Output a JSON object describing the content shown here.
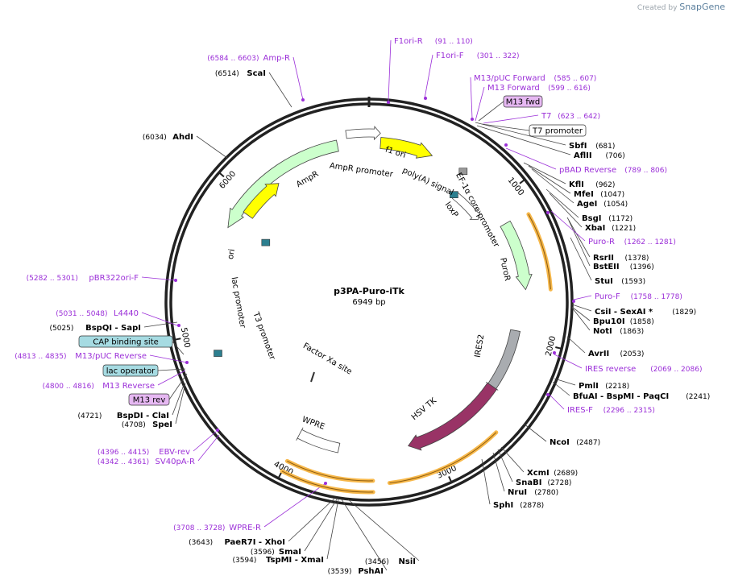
{
  "brand": {
    "created_by": "Created by",
    "name": "SnapGene"
  },
  "plasmid": {
    "name": "p3PA-Puro-iTk",
    "size": "6949 bp"
  },
  "ticks": [
    "1000",
    "2000",
    "3000",
    "4000",
    "5000",
    "6000"
  ],
  "enzymes": [
    {
      "name": "ScaI",
      "pos": "(6514)"
    },
    {
      "name": "AhdI",
      "pos": "(6034)"
    },
    {
      "name": "SbfI",
      "pos": "(681)"
    },
    {
      "name": "AflII",
      "pos": "(706)"
    },
    {
      "name": "KflI",
      "pos": "(962)"
    },
    {
      "name": "MfeI",
      "pos": "(1047)"
    },
    {
      "name": "AgeI",
      "pos": "(1054)"
    },
    {
      "name": "BsgI",
      "pos": "(1172)"
    },
    {
      "name": "XbaI",
      "pos": "(1221)"
    },
    {
      "name": "RsrII",
      "pos": "(1378)"
    },
    {
      "name": "BstEII",
      "pos": "(1396)"
    },
    {
      "name": "StuI",
      "pos": "(1593)"
    },
    {
      "name": "CsiI - SexAI *",
      "pos": "(1829)"
    },
    {
      "name": "Bpu10I",
      "pos": "(1858)"
    },
    {
      "name": "NotI",
      "pos": "(1863)"
    },
    {
      "name": "AvrII",
      "pos": "(2053)"
    },
    {
      "name": "PmlI",
      "pos": "(2218)"
    },
    {
      "name": "BfuAI - BspMI - PaqCI",
      "pos": "(2241)"
    },
    {
      "name": "NcoI",
      "pos": "(2487)"
    },
    {
      "name": "XcmI",
      "pos": "(2689)"
    },
    {
      "name": "SnaBI",
      "pos": "(2728)"
    },
    {
      "name": "NruI",
      "pos": "(2780)"
    },
    {
      "name": "SphI",
      "pos": "(2878)"
    },
    {
      "name": "NsiI",
      "pos": "(3456)"
    },
    {
      "name": "PshAI",
      "pos": "(3539)"
    },
    {
      "name": "TspMI - XmaI",
      "pos": "(3594)"
    },
    {
      "name": "SmaI",
      "pos": "(3596)"
    },
    {
      "name": "PaeR7I - XhoI",
      "pos": "(3643)"
    },
    {
      "name": "BspDI - ClaI",
      "pos": "(4721)"
    },
    {
      "name": "SpeI",
      "pos": "(4708)"
    },
    {
      "name": "BspQI - SapI",
      "pos": "(5025)"
    }
  ],
  "primers": [
    {
      "name": "F1ori-R",
      "range": "(91 .. 110)"
    },
    {
      "name": "F1ori-F",
      "range": "(301 .. 322)"
    },
    {
      "name": "M13/pUC Forward",
      "range": "(585 .. 607)"
    },
    {
      "name": "M13 Forward",
      "range": "(599 .. 616)"
    },
    {
      "name": "T7",
      "range": "(623 .. 642)"
    },
    {
      "name": "pBAD Reverse",
      "range": "(789 .. 806)"
    },
    {
      "name": "Puro-R",
      "range": "(1262 .. 1281)"
    },
    {
      "name": "Puro-F",
      "range": "(1758 .. 1778)"
    },
    {
      "name": "IRES reverse",
      "range": "(2069 .. 2086)"
    },
    {
      "name": "IRES-F",
      "range": "(2296 .. 2315)"
    },
    {
      "name": "Amp-R",
      "range": "(6584 .. 6603)"
    },
    {
      "name": "pBR322ori-F",
      "range": "(5282 .. 5301)"
    },
    {
      "name": "L4440",
      "range": "(5031 .. 5048)"
    },
    {
      "name": "M13/pUC Reverse",
      "range": "(4813 .. 4835)"
    },
    {
      "name": "M13 Reverse",
      "range": "(4800 .. 4816)"
    },
    {
      "name": "EBV-rev",
      "range": "(4396 .. 4415)"
    },
    {
      "name": "SV40pA-R",
      "range": "(4342 .. 4361)"
    },
    {
      "name": "WPRE-R",
      "range": "(3708 .. 3728)"
    }
  ],
  "boxes": [
    {
      "text": "M13 fwd",
      "fill": "#e6b8f2"
    },
    {
      "text": "T7 promoter",
      "fill": "#ffffff"
    },
    {
      "text": "CAP binding site",
      "fill": "#a6dbe2"
    },
    {
      "text": "lac operator",
      "fill": "#a6dbe2"
    },
    {
      "text": "M13 rev",
      "fill": "#e6b8f2"
    }
  ],
  "features": [
    {
      "text": "f1 ori",
      "color": "#ffff00"
    },
    {
      "text": "AmpR promoter",
      "color": "#ffffff"
    },
    {
      "text": "AmpR",
      "color": "#ccffcc"
    },
    {
      "text": "poly(A) signal",
      "color": "#999999"
    },
    {
      "text": "loxP",
      "color": "#2c7f8f"
    },
    {
      "text": "EF-1α core promoter",
      "color": "#ffffff"
    },
    {
      "text": "PuroR",
      "color": "#ccffcc"
    },
    {
      "text": "IRES2",
      "color": "#999999"
    },
    {
      "text": "HSV TK",
      "color": "#993366"
    },
    {
      "text": "WPRE",
      "color": "#ffffff"
    },
    {
      "text": "ori",
      "color": "#ffff00"
    },
    {
      "text": "lac promoter",
      "color": "#ffffff"
    },
    {
      "text": "T3 promoter",
      "color": "#ffffff"
    },
    {
      "text": "Factor Xa site",
      "color": "#333333"
    }
  ],
  "colors": {
    "primer": "#9b2fd8",
    "orf_highlight": "#f7b84a",
    "ring": "#222222"
  }
}
